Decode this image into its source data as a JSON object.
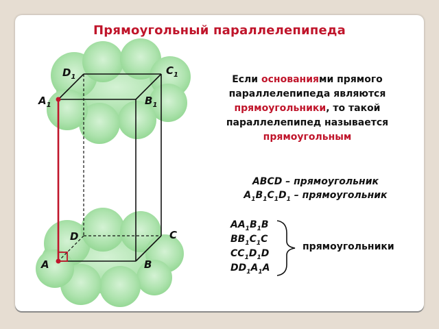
{
  "title": "Прямоугольный параллелепипеда",
  "vertices": {
    "D1": "D",
    "C1": "C",
    "A1": "A",
    "B1": "B",
    "D": "D",
    "C": "C",
    "A": "A",
    "B": "B",
    "sub": "1"
  },
  "definition": {
    "p1": "Если ",
    "p2": "основания",
    "p3": "ми прямого параллелепипеда являются ",
    "p4": "прямоугольники",
    "p5": ", то такой параллелепипед называется ",
    "p6": "прямоугольным"
  },
  "bases": {
    "line1": "ABCD – прямоугольник",
    "line2_prefix": "A",
    "line2_suffix": " – прямоугольник"
  },
  "faces": {
    "label": "прямоугольники"
  },
  "colors": {
    "accent": "#c0152b",
    "cloud": "#9fdc9f",
    "background": "#e6ddd2"
  }
}
